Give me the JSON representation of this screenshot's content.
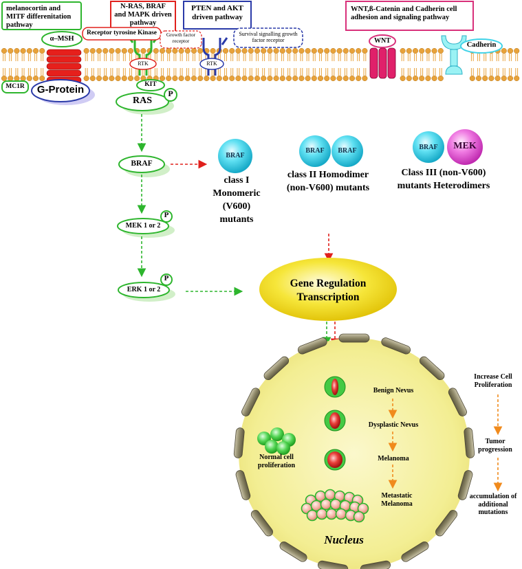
{
  "pathways": {
    "mitf": "melanocortin and MITF differenitation pathway",
    "mapk": "N-RAS, BRAF and MAPK driven pathway",
    "akt": "PTEN and AKT driven pathway",
    "wnt": "WNT,ß-Catenin and Cadherin cell adhesion and signaling pathway"
  },
  "receptors": {
    "alpha_msh": "α–MSH",
    "mc1r": "MC1R",
    "g_protein": "G-Protein",
    "rtk_kinase": "Receptor tyrosine Kinase",
    "growth_factor": "Growth factor receptor",
    "survival": "Survival signalling growth factor receptor",
    "rtk1": "RTK",
    "rtk2": "RTK",
    "kit": "KIT",
    "wnt": "WNT",
    "cadherin": "Cadherin"
  },
  "cascade": {
    "ras": "RAS",
    "braf": "BRAF",
    "mek": "MEK 1 or 2",
    "erk": "ERK 1 or 2",
    "p": "P"
  },
  "classes": {
    "class1_protein": "BRAF",
    "class1_label": "class I Monomeric (V600) mutants",
    "class2_protein_a": "BRAF",
    "class2_protein_b": "BRAF",
    "class2_label": "class II Homodimer (non-V600) mutants",
    "class3_protein_a": "BRAF",
    "class3_protein_b": "MEK",
    "class3_label": "Class III (non-V600) mutants Heterodimers"
  },
  "gene_regulation": "Gene Regulation Transcription",
  "nucleus": {
    "title": "Nucleus",
    "normal": "Normal cell proliferation",
    "benign": "Benign Nevus",
    "dysplastic": "Dysplastic Nevus",
    "melanoma": "Melanoma",
    "metastatic": "Metastatic Melanoma"
  },
  "progression": {
    "increase": "Increase Cell Proliferation",
    "tumor": "Tumor progression",
    "accumulation": "accumulation of additional mutations"
  },
  "colors": {
    "membrane": "#e8a23a",
    "green": "#2db52d",
    "red": "#e0201c",
    "orange": "#f08a1c",
    "cyan": "#41d3e8",
    "magenta": "#e64fd6",
    "nucleus_fill": "#f3ee93",
    "gene_fill": "#f2e21a"
  }
}
